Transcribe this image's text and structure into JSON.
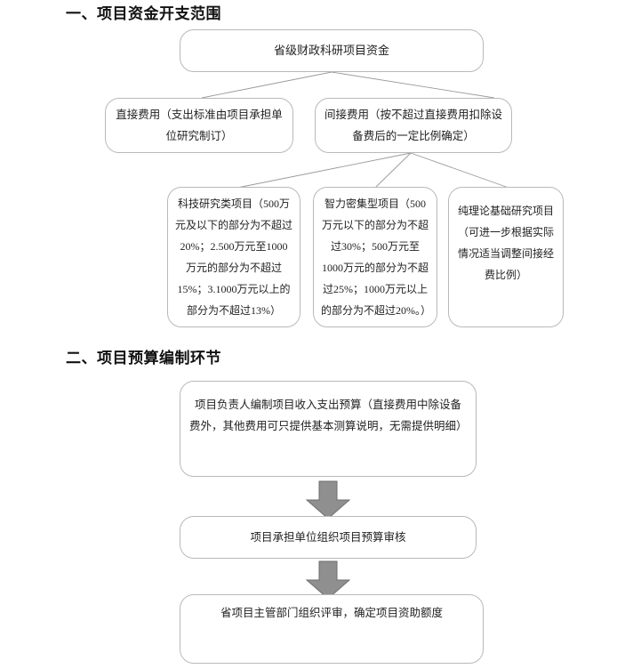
{
  "document": {
    "sections": [
      {
        "id": "section-1",
        "heading": "一、项目资金开支范围"
      },
      {
        "id": "section-2",
        "heading": "二、项目预算编制环节"
      }
    ]
  },
  "diagram_funding": {
    "type": "tree-diagram",
    "root": {
      "label": "省级财政科研项目资金"
    },
    "level2": [
      {
        "key": "direct",
        "label": "直接费用（支出标准由项目承担单位研究制订）"
      },
      {
        "key": "indirect",
        "label": "间接费用（按不超过直接费用扣除设备费后的一定比例确定）"
      }
    ],
    "level3": [
      {
        "key": "tech",
        "label": "科技研究类项目（500万元及以下的部分为不超过20%；2.500万元至1000万元的部分为不超过15%；3.1000万元以上的部分为不超过13%）"
      },
      {
        "key": "intensive",
        "label": "智力密集型项目（500万元以下的部分为不超过30%；500万元至1000万元的部分为不超过25%；1000万元以上的部分为不超过20%。）"
      },
      {
        "key": "theory",
        "label": "纯理论基础研究项目（可进一步根据实际情况适当调整间接经费比例）"
      }
    ]
  },
  "diagram_budget": {
    "type": "flowchart",
    "steps": [
      {
        "key": "step-1",
        "label": "项目负责人编制项目收入支出预算（直接费用中除设备费外，其他费用可只提供基本测算说明，无需提供明细）"
      },
      {
        "key": "step-2",
        "label": "项目承担单位组织项目预算审核"
      },
      {
        "key": "step-3",
        "label": "省项目主管部门组织评审，确定项目资助额度"
      }
    ],
    "arrows": [
      {
        "key": "arrow-1",
        "name": "down-arrow-icon"
      },
      {
        "key": "arrow-2",
        "name": "down-arrow-icon"
      }
    ]
  },
  "colors": {
    "box_border": "#b9b9b9",
    "connector": "#9a9a9a",
    "arrow_fill": "#8f8f8f",
    "arrow_stroke": "#6d6d6d",
    "text": "#1f1f1f",
    "background": "#ffffff"
  }
}
